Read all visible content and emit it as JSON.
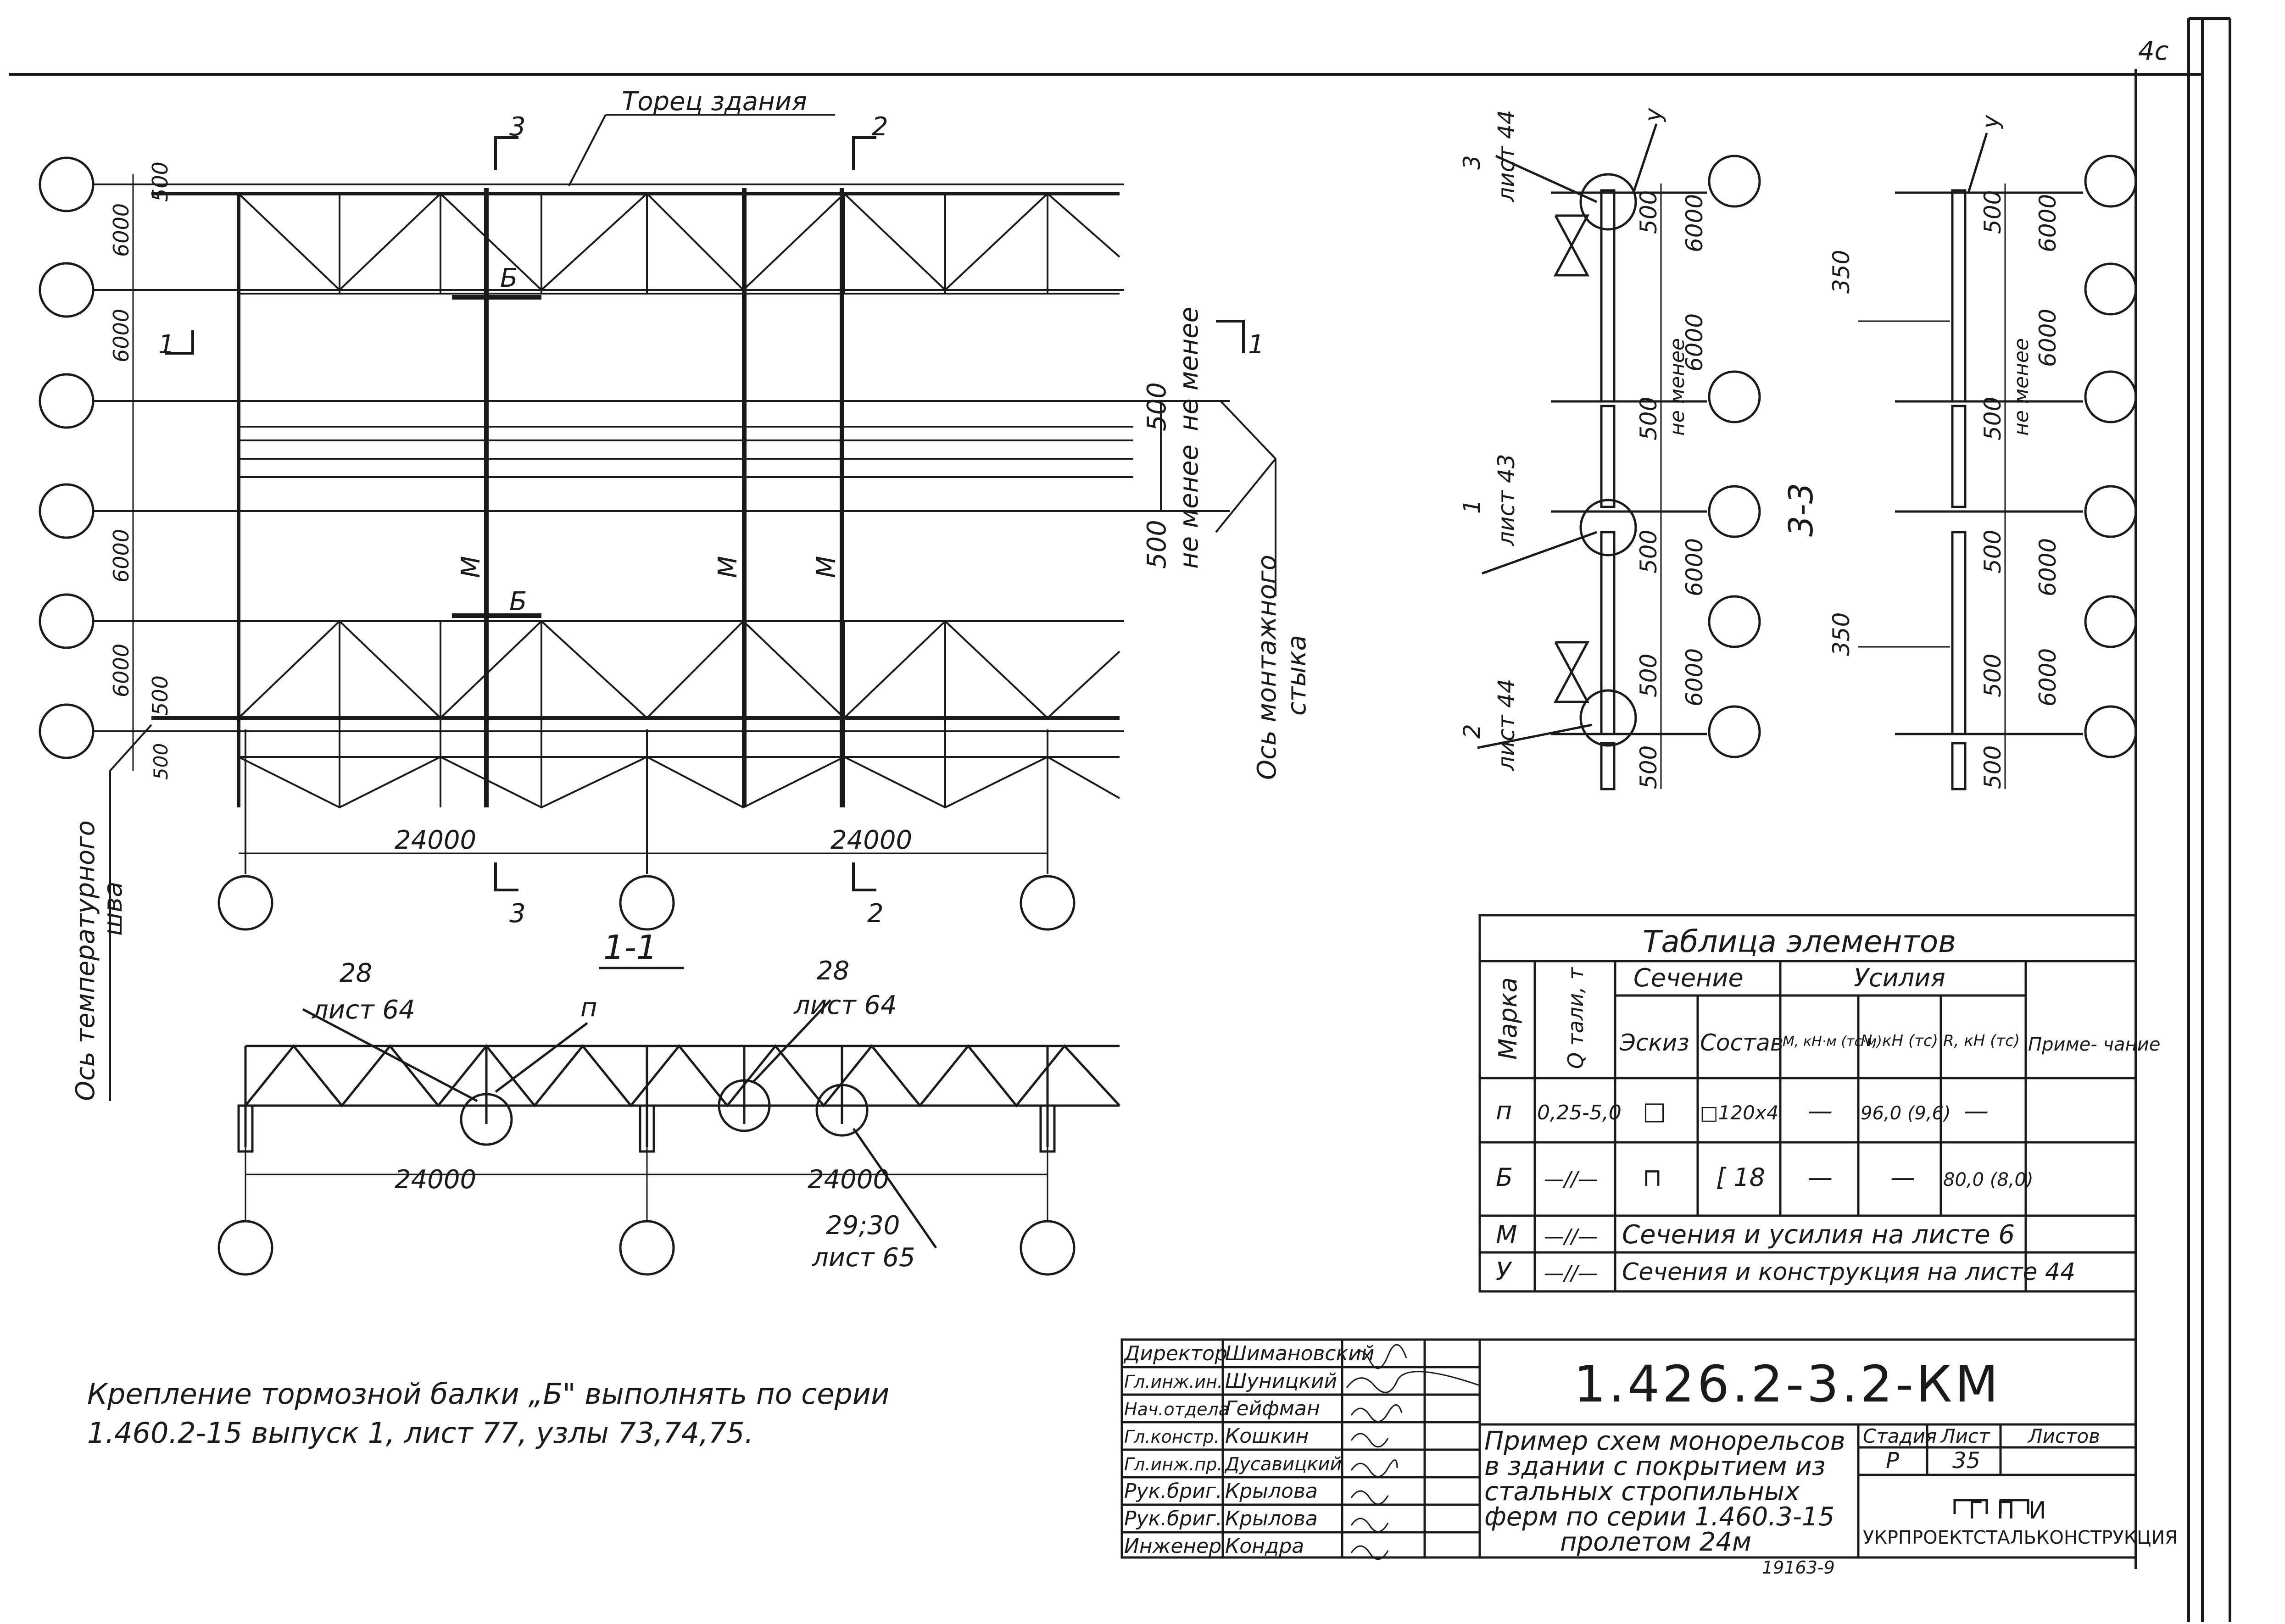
{
  "sheet_corner": "4c",
  "plan": {
    "end_wall_label": "Торец здания",
    "sec3_top": "3",
    "sec2_top": "2",
    "sec3_bottom": "3",
    "sec2_bottom": "2",
    "sec1_left": "1",
    "sec1_right": "1",
    "dims_left": [
      "500",
      "6000",
      "6000",
      "6000",
      "6000",
      "500"
    ],
    "dim_500_low": "500",
    "span_1": "24000",
    "span_2": "24000",
    "beam_b_1": "Б",
    "beam_b_2": "Б",
    "mono_1": "М",
    "mono_2": "М",
    "mono_3": "М",
    "min_label_1": "не менее",
    "min_label_2": "не менее",
    "min_500_1": "500",
    "min_500_2": "500",
    "temp_axis_1": "Ось температурного",
    "temp_axis_2": "шва",
    "mount_axis_1": "Ось монтажного",
    "mount_axis_2": "стыка"
  },
  "section_11": {
    "title": "1-1",
    "ref_28_a": "28",
    "ref_sheet_64_a": "лист 64",
    "ref_p": "п",
    "ref_28_b": "28",
    "ref_sheet_64_b": "лист 64",
    "span_1": "24000",
    "span_2": "24000",
    "ref_2930": "29;30",
    "ref_sheet_65": "лист 65"
  },
  "section_33": {
    "title": "3-3",
    "ref_3": "3",
    "ref_sheet_44_a": "лист 44",
    "ref_1": "1",
    "ref_sheet_43": "лист 43",
    "ref_2": "2",
    "ref_sheet_44_b": "лист 44",
    "node_y_1": "у",
    "node_y_2": "у",
    "dims_a": [
      "500",
      "6000",
      "6000",
      "500",
      "6000",
      "500",
      "6000",
      "500",
      "500"
    ],
    "dims_b": [
      "500",
      "6000",
      "6000",
      "500",
      "6000",
      "500",
      "6000",
      "500",
      "500"
    ],
    "min_label": "не менее",
    "dim_350_1": "350",
    "dim_350_2": "350"
  },
  "table": {
    "title": "Таблица элементов",
    "headers": {
      "mark": "Марка",
      "q": "Q тали, т",
      "section": "Сечение",
      "forces": "Усилия",
      "sketch": "Эскиз",
      "composition": "Состав",
      "m": "М, кН·м (тс·м)",
      "n": "N, кН (тс)",
      "r": "R, кН (тс)",
      "note": "Приме- чание"
    },
    "rows": [
      {
        "mark": "п",
        "q": "0,25-5,0",
        "sketch": "□",
        "comp": "□120х4",
        "m": "—",
        "n": "96,0 (9,6)",
        "r": "—",
        "note": ""
      },
      {
        "mark": "Б",
        "q": "—//—",
        "sketch": "⊓",
        "comp": "[ 18",
        "m": "—",
        "n": "—",
        "r": "80,0 (8,0)",
        "note": ""
      },
      {
        "mark": "М",
        "q": "—//—",
        "merged": "Сечения и усилия на листе 6"
      },
      {
        "mark": "У",
        "q": "—//—",
        "merged": "Сечения и конструкция на листе 44"
      }
    ]
  },
  "note": {
    "line1": "Крепление тормозной балки „Б\" выполнять по серии",
    "line2": "1.460.2-15 выпуск 1, лист 77, узлы 73,74,75."
  },
  "title_block": {
    "doc_number": "1.426.2-3.2-КМ",
    "description": [
      "Пример схем монорельсов",
      "в здании с покрытием из",
      "стальных стропильных",
      "ферм по серии 1.460.3-15",
      "пролетом 24м"
    ],
    "stage_label": "Стадия",
    "sheet_label": "Лист",
    "sheets_label": "Листов",
    "stage": "Р",
    "sheet": "35",
    "sheets": "",
    "org": "УКРПРОЕКТСТАЛЬКОНСТРУКЦИЯ",
    "org_logo": "ГПИ",
    "staff": [
      {
        "role": "Директор",
        "name": "Шимановский"
      },
      {
        "role": "Гл.инж.ин.",
        "name": "Шуницкий"
      },
      {
        "role": "Нач.отдела",
        "name": "Гейфман"
      },
      {
        "role": "Гл.констр.",
        "name": "Кошкин"
      },
      {
        "role": "Гл.инж.пр.",
        "name": "Дусавицкий"
      },
      {
        "role": "Рук.бриг.",
        "name": "Крылова"
      },
      {
        "role": "Рук.бриг.",
        "name": "Крылова"
      },
      {
        "role": "Инженер",
        "name": "Кондра"
      }
    ],
    "bottom_stamp": "19163-9"
  }
}
